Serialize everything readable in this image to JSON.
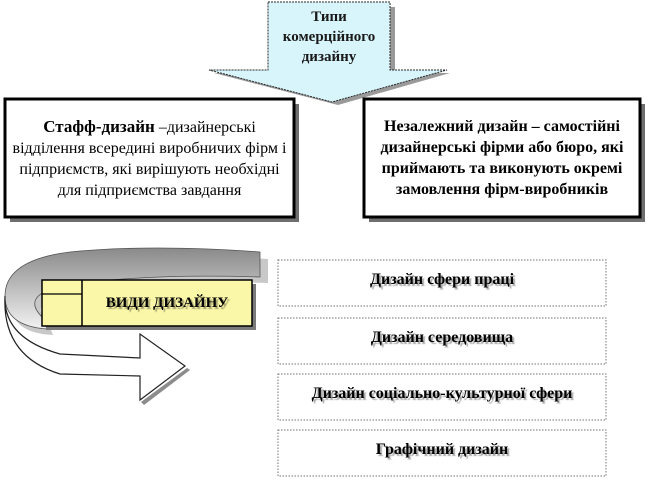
{
  "colors": {
    "arrow_fill": "#d8f5fb",
    "arrow_stroke": "#2a2a2a",
    "label_fill": "#fbf7a8",
    "curved_arrow_top": "#8a8a8a",
    "curved_arrow_bottom": "#f2f2f2",
    "box_border": "#000000",
    "dotted_border": "#707070"
  },
  "top_arrow": {
    "lines": [
      "Типи",
      "комерційного",
      "дизайну"
    ]
  },
  "staff_design": {
    "term": "Стафф-дизайн",
    "description": "–дизайнерські відділення всередині виробничих фірм і підприємств, які вирішують необхідні для підприємства завдання"
  },
  "independent_design": {
    "term": "Незалежний дизайн",
    "description": "– самостійні дизайнерські фірми або бюро, які приймають та виконують окремі замовлення фірм-виробників"
  },
  "types_label": "ВИДИ ДИЗАЙНУ",
  "design_types": [
    "Дизайн сфери праці",
    "Дизайн середовища",
    "Дизайн соціально-культурної сфери",
    "Графічний дизайн"
  ]
}
